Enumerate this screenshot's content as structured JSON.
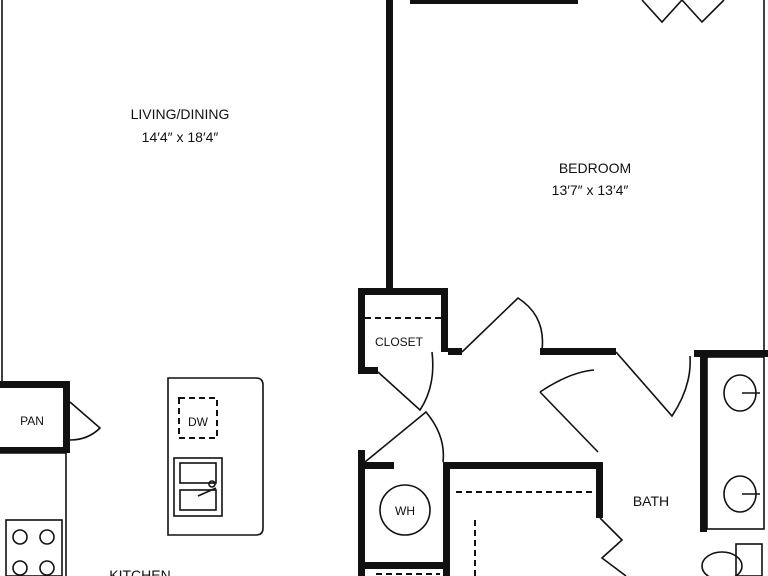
{
  "rooms": {
    "living": {
      "name": "LIVING/DINING",
      "size": "14′4″ x 18′4″"
    },
    "bedroom": {
      "name": "BEDROOM",
      "size": "13′7″ x 13′4″"
    },
    "closet": {
      "name": "CLOSET"
    },
    "pantry": {
      "name": "PAN"
    },
    "water_heater": {
      "name": "WH"
    },
    "dishwasher": {
      "name": "DW"
    },
    "bath": {
      "name": "BATH"
    },
    "kitchen": {
      "name": "KITCHEN"
    }
  },
  "colors": {
    "ink": "#111111",
    "background": "#ffffff"
  }
}
